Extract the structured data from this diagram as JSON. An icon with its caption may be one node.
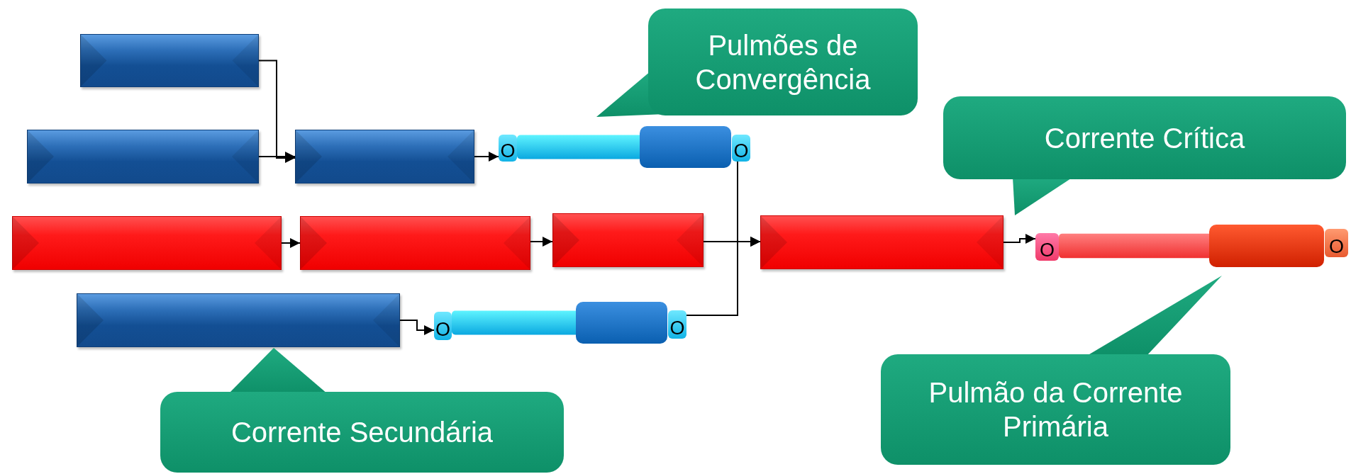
{
  "diagram": {
    "nodes": [
      {
        "text": [],
        "shape": "box"
      },
      {
        "text": [],
        "shape": "box"
      },
      {
        "text": [],
        "shape": "box"
      },
      {
        "text": [
          "O"
        ]
      },
      {
        "text": [],
        "shape": "bar"
      },
      {
        "text": [
          "O"
        ]
      },
      {
        "text": [
          "Pulmões de Convergência"
        ]
      },
      {
        "text": [
          "Corrente Crítica"
        ]
      },
      {
        "text": [],
        "shape": "box"
      },
      {
        "text": [],
        "shape": "box"
      },
      {
        "text": [],
        "shape": "box"
      },
      {
        "text": [],
        "shape": "box"
      },
      {
        "text": [
          "O"
        ]
      },
      {
        "text": [],
        "shape": "bar"
      },
      {
        "text": [
          "O"
        ]
      },
      {
        "text": [],
        "shape": "box"
      },
      {
        "text": [
          "O"
        ]
      },
      {
        "text": [],
        "shape": "bar"
      },
      {
        "text": [
          "O"
        ]
      },
      {
        "text": [
          "Pulmão da Corrente Primária"
        ]
      },
      {
        "text": [
          "Corrente Secundária"
        ]
      }
    ],
    "edges": [
      {
        "from": 0,
        "to": 2,
        "arrow": "to"
      },
      {
        "from": 1,
        "to": 2,
        "arrow": "to"
      },
      {
        "from": 2,
        "to": 3,
        "arrow": "to"
      },
      {
        "from": 8,
        "to": 9,
        "arrow": "to"
      },
      {
        "from": 9,
        "to": 10,
        "arrow": "to"
      },
      {
        "from": 10,
        "to": 11,
        "arrow": "to"
      },
      {
        "from": 5,
        "to": 11,
        "arrow": "to"
      },
      {
        "from": 18,
        "to": 11,
        "arrow": "to"
      },
      {
        "from": 15,
        "to": 16,
        "arrow": "to"
      },
      {
        "from": 11,
        "to": 12,
        "arrow": "to"
      }
    ]
  }
}
